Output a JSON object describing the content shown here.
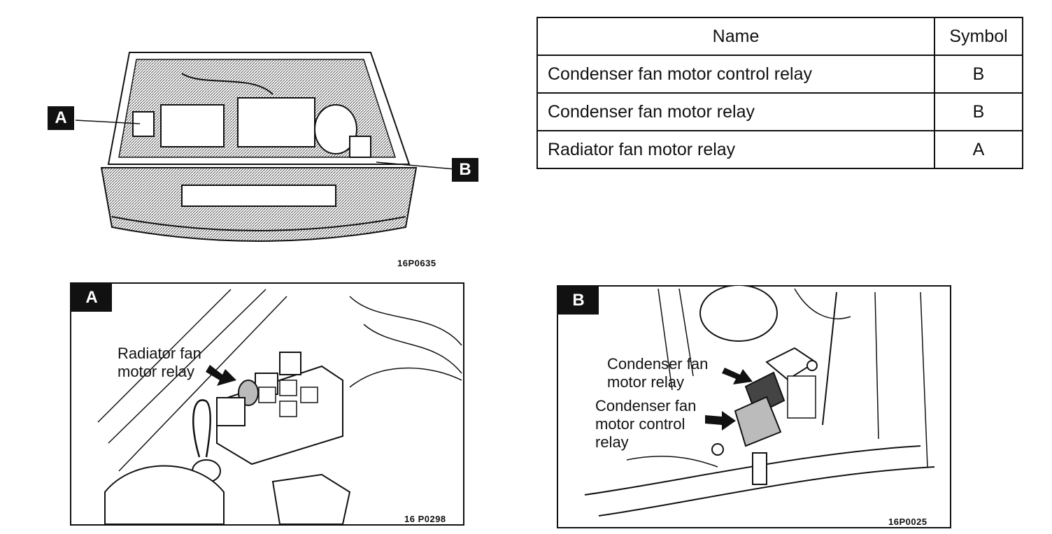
{
  "overview": {
    "label_a": "A",
    "label_b": "B",
    "code": "16P0635"
  },
  "table": {
    "headers": {
      "name": "Name",
      "symbol": "Symbol"
    },
    "rows": [
      {
        "name": "Condenser fan motor control relay",
        "symbol": "B"
      },
      {
        "name": "Condenser fan motor relay",
        "symbol": "B"
      },
      {
        "name": "Radiator fan motor relay",
        "symbol": "A"
      }
    ]
  },
  "detail_a": {
    "badge": "A",
    "callout": "Radiator fan\nmotor relay",
    "code": "16 P0298"
  },
  "detail_b": {
    "badge": "B",
    "callout_1": "Condenser fan\nmotor relay",
    "callout_2": "Condenser fan\nmotor control\nrelay",
    "code": "16P0025"
  }
}
